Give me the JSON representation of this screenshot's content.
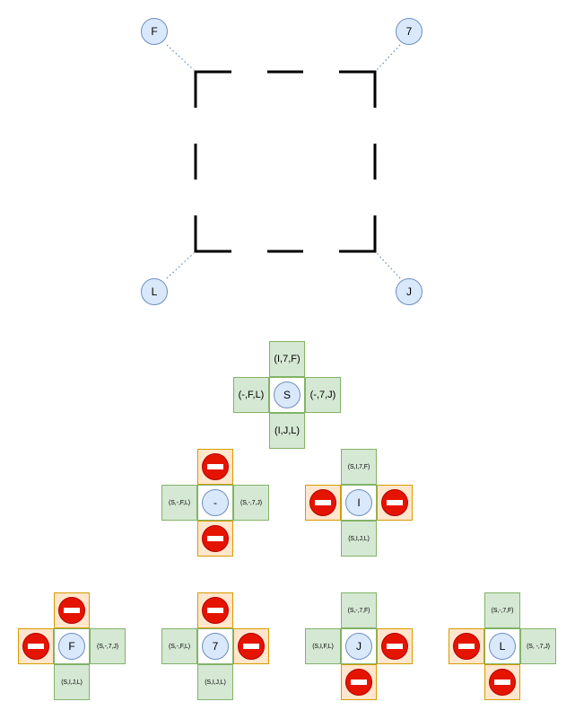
{
  "corners": {
    "top_left": "F",
    "top_right": "7",
    "bottom_left": "L",
    "bottom_right": "J"
  },
  "S": {
    "center": "S",
    "top": "(I,7,F)",
    "left": "(-,F,L)",
    "right": "(-,7,J)",
    "bottom": "(I,J,L)"
  },
  "dash": {
    "center": "-",
    "left": "(S,-,F,L)",
    "right": "(S,-,7,J)"
  },
  "pipe": {
    "center": "I",
    "top": "(S,I,7,F)",
    "bottom": "(S,I,J,L)"
  },
  "F": {
    "center": "F",
    "right": "(S,-,7,J)",
    "bottom": "(S,I,J,L)"
  },
  "seven": {
    "center": "7",
    "left": "(S,-,F,L)",
    "bottom": "(S,I,J,L)"
  },
  "J": {
    "center": "J",
    "top": "(S,-,7,F)",
    "left": "(S,I,F,L)"
  },
  "L": {
    "center": "L",
    "top": "(S,-,7,F)",
    "right": "(S, -,7,J)"
  },
  "icons": {
    "blocked": "no-entry-icon"
  },
  "colors": {
    "allowed": "#d5e8d4",
    "blocked": "#ffe6cc",
    "node": "#dae8fc",
    "stop": "#e51400"
  }
}
